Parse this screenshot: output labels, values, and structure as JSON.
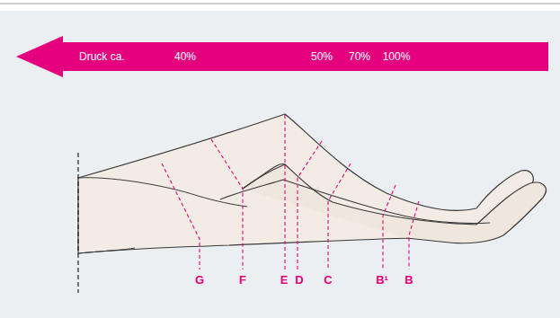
{
  "diagram": {
    "nodes": [
      {
        "text": [
          "Druck ca.",
          "40%",
          "50%",
          "70%",
          "100%"
        ]
      }
    ],
    "labels": [
      "G",
      "F",
      "E",
      "D",
      "C",
      "B¹",
      "B"
    ]
  }
}
